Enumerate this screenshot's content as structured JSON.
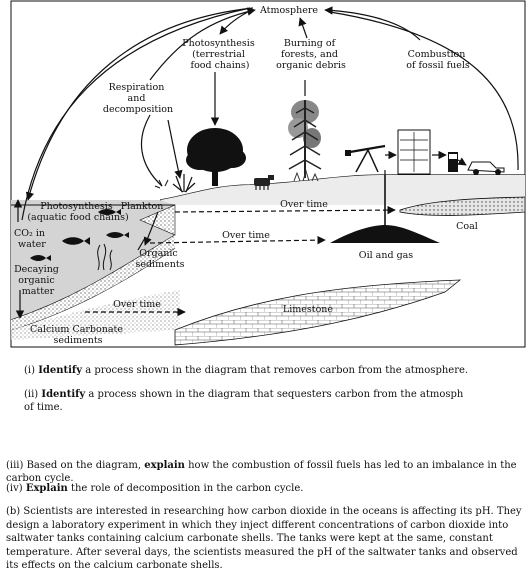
{
  "diagram": {
    "labels": {
      "atmosphere": "Atmosphere",
      "photosynthesis_terrestrial": [
        "Photosynthesis",
        "(terrestrial",
        "food chains)"
      ],
      "burning": [
        "Burning of",
        "forests, and",
        "organic debris"
      ],
      "combustion": [
        "Combustion",
        "of fossil fuels"
      ],
      "respiration": [
        "Respiration",
        "and",
        "decomposition"
      ],
      "photosynthesis_aquatic": [
        "Photosynthesis",
        "(aquatic food chains)"
      ],
      "plankton": "Plankton",
      "co2_water": [
        "CO₂ in",
        "water"
      ],
      "decaying": [
        "Decaying",
        "organic",
        "matter"
      ],
      "organic_sediments": [
        "Organic",
        "sediments"
      ],
      "over_time_1": "Over time",
      "over_time_2": "Over time",
      "over_time_3": "Over time",
      "coal": "Coal",
      "oil_gas": "Oil and gas",
      "limestone": "Limestone",
      "calcium_carbonate": [
        "Calcium Carbonate",
        "sediments"
      ]
    }
  },
  "questions": {
    "q1": {
      "bold": "Identify",
      "rest": " a process shown in the diagram that removes carbon from the atmosphere.",
      "prefix": "(i) "
    },
    "q2": {
      "prefix": "(ii) ",
      "bold": "Identify",
      "rest": " a process shown in the diagram that sequesters carbon from the atmosph",
      "cont": "of time."
    },
    "q3": {
      "prefix": "(iii) Based on the diagram, ",
      "bold": "explain",
      "rest": " how the combustion of fossil fuels has led to an imbalance in the carbon cycle."
    },
    "q4": {
      "prefix": "(iv) ",
      "bold": "Explain",
      "rest": " the role of decomposition in the carbon cycle."
    },
    "q5": "(b) Scientists are interested in researching how carbon dioxide in the oceans is affecting its pH. They design a laboratory experiment in which they inject different concentrations of carbon dioxide into saltwater tanks containing calcium carbonate shells. The tanks were kept at the same, constant temperature. After several days, the scientists measured the pH of the saltwater tanks and observed its effects on the calcium carbonate shells."
  }
}
